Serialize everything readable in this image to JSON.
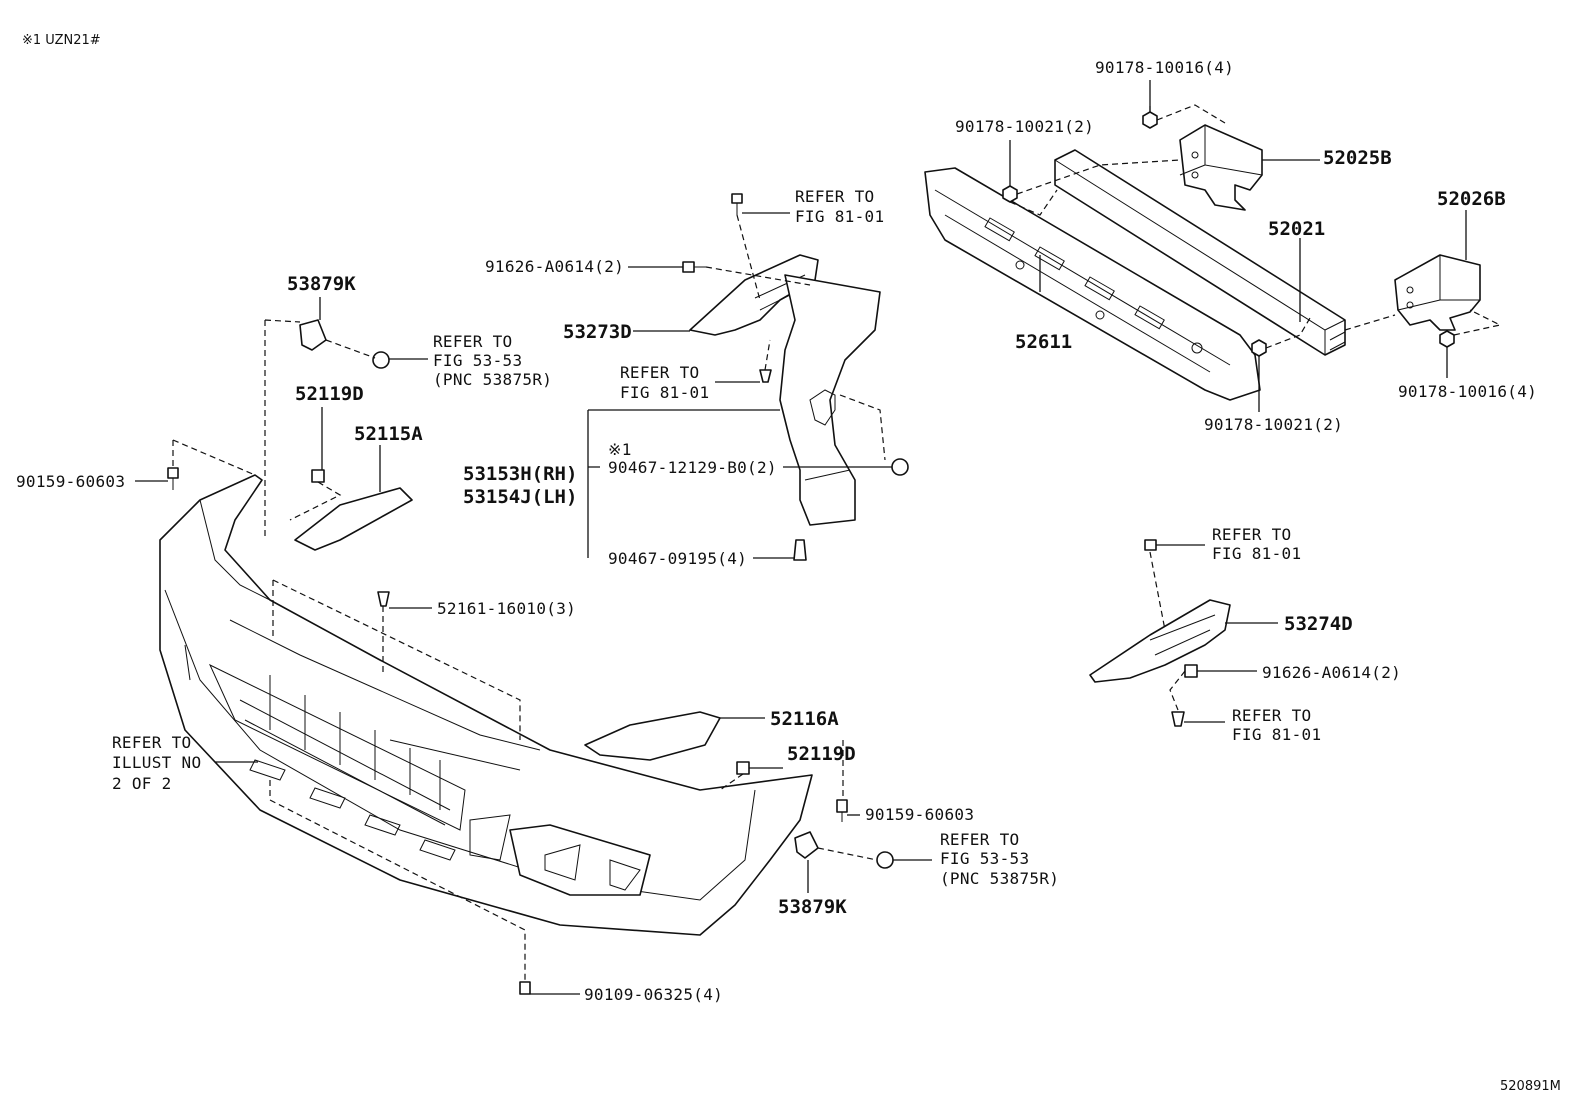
{
  "header": {
    "note": "※1 UZN21#"
  },
  "footer": {
    "ref": "520891M"
  },
  "labels": {
    "p90178_10016_top": "90178-10016(4)",
    "p90178_10021_top": "90178-10021(2)",
    "p52025B": "52025B",
    "p52026B": "52026B",
    "p52021": "52021",
    "p52611": "52611",
    "p90178_10021_bot": "90178-10021(2)",
    "p90178_10016_bot": "90178-10016(4)",
    "refer_fig81_top": [
      "REFER TO",
      "FIG 81-01"
    ],
    "p91626_top": "91626-A0614(2)",
    "p53273D": "53273D",
    "refer_fig81_mid": [
      "REFER TO",
      "FIG 81-01"
    ],
    "p53879K_top": "53879K",
    "refer_fig53_top": [
      "REFER TO",
      "FIG 53-53",
      "(PNC 53875R)"
    ],
    "p52119D_top": "52119D",
    "p52115A": "52115A",
    "p90159_left": "90159-60603",
    "note_mark": "※1",
    "p53153H": "53153H(RH)",
    "p53154J": "53154J(LH)",
    "p90467_12129": "90467-12129-B0(2)",
    "p90467_09195": "90467-09195(4)",
    "p52161": "52161-16010(3)",
    "refer_fig81_right1": [
      "REFER TO",
      "FIG 81-01"
    ],
    "p53274D": "53274D",
    "p91626_bot": "91626-A0614(2)",
    "refer_fig81_right2": [
      "REFER TO",
      "FIG 81-01"
    ],
    "p52116A": "52116A",
    "p52119D_bot": "52119D",
    "refer_illust": [
      "REFER TO",
      "ILLUST NO",
      "2 OF 2"
    ],
    "p90159_bot": "90159-60603",
    "refer_fig53_bot": [
      "REFER TO",
      "FIG 53-53",
      "(PNC 53875R)"
    ],
    "p53879K_bot": "53879K",
    "p90109": "90109-06325(4)"
  }
}
